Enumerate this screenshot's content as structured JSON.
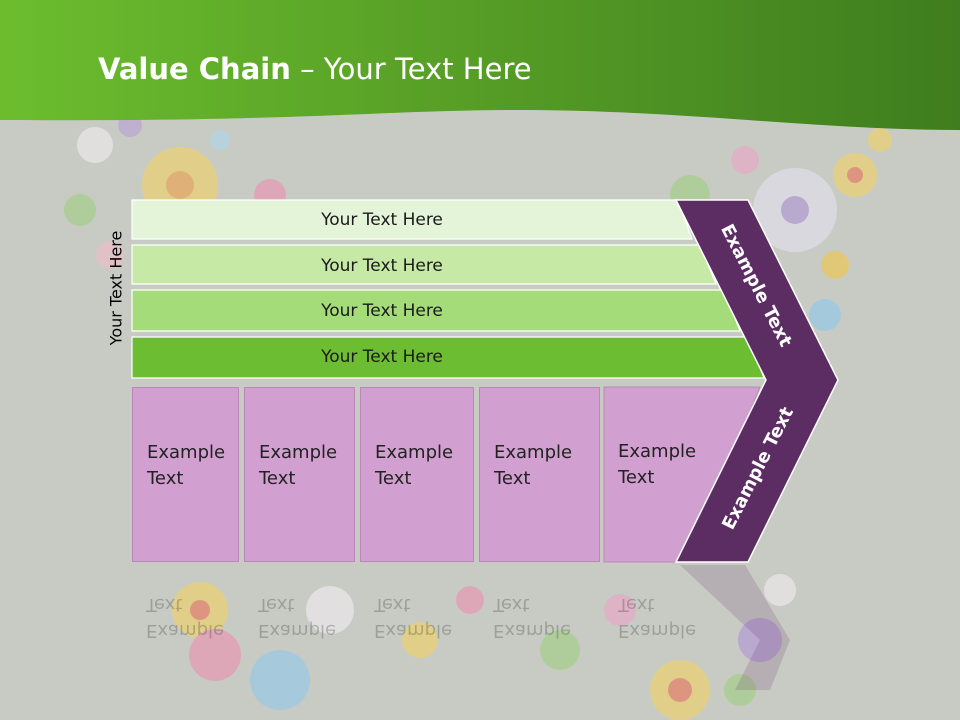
{
  "slide": {
    "title_bold": "Value Chain",
    "title_rest": " – Your Text Here"
  },
  "side_label": "Your Text Here",
  "bars": [
    {
      "label": "Your Text Here"
    },
    {
      "label": "Your Text Here"
    },
    {
      "label": "Your Text Here"
    },
    {
      "label": "Your Text Here"
    }
  ],
  "boxes": [
    {
      "label": "Example Text"
    },
    {
      "label": "Example Text"
    },
    {
      "label": "Example Text"
    },
    {
      "label": "Example Text"
    },
    {
      "label": "Example Text"
    }
  ],
  "chevron": {
    "upper_label": "Example Text",
    "lower_label": "Example Text"
  },
  "colors": {
    "header_green": "#5fae2b",
    "bar_1": "#e4f4d8",
    "bar_2": "#c7e9a6",
    "bar_3": "#a5dc7a",
    "bar_4": "#6dbd33",
    "box_purple": "#d19fd0",
    "chevron_purple": "#5c2d63"
  }
}
